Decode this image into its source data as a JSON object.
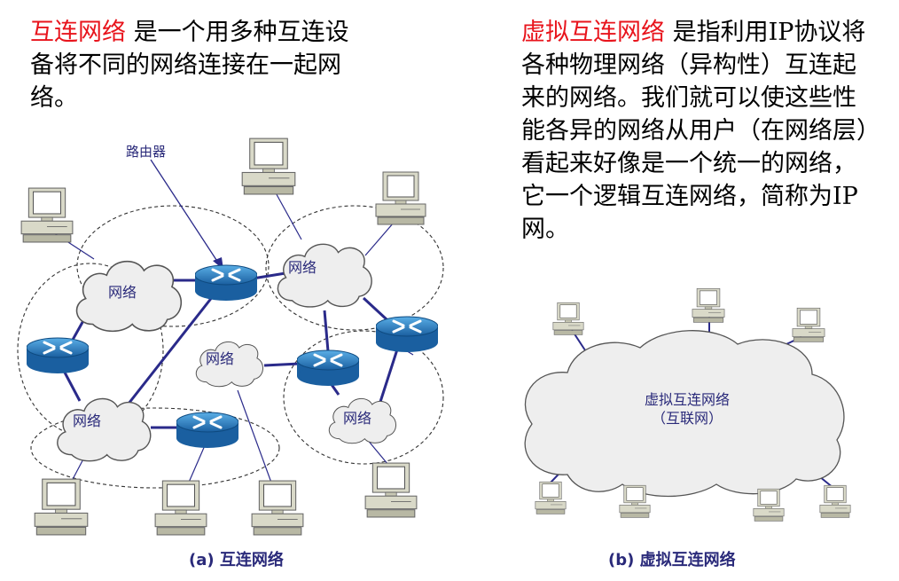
{
  "left": {
    "highlight": "互连网络",
    "text": " 是一个用多种互连设备将不同的网络连接在一起网络。"
  },
  "right": {
    "highlight": "虚拟互连网络",
    "text": " 是指利用IP协议将各种物理网络（异构性）互连起来的网络。我们就可以使这些性能各异的网络从用户（在网络层）看起来好像是一个统一的网络，它一个逻辑互连网络，简称为IP网。"
  },
  "diagram_a": {
    "router_label": "路由器",
    "network_label": "网络",
    "caption": "(a) 互连网络"
  },
  "diagram_b": {
    "cloud_label_line1": "虚拟互连网络",
    "cloud_label_line2": "（互联网）",
    "caption": "(b) 虚拟互连网络"
  },
  "colors": {
    "highlight": "#e8141c",
    "link": "#2a2a8a",
    "router": "#1e6fb4",
    "cloud": "#eeeeee",
    "caption": "#2a2a7a"
  }
}
